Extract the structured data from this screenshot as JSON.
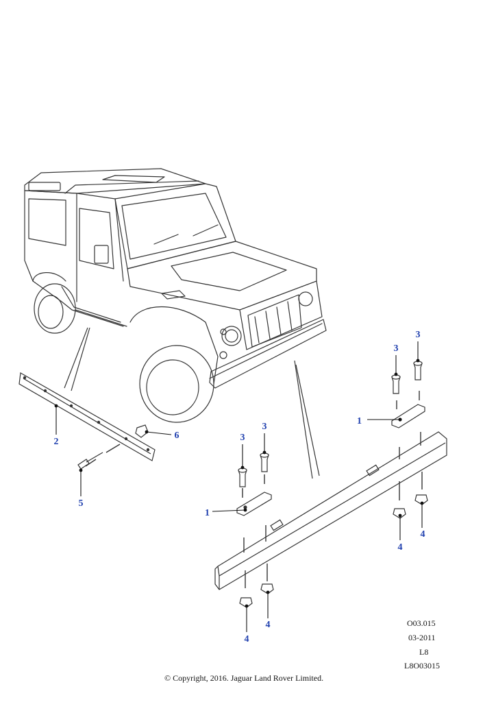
{
  "callouts": [
    {
      "id": "c1a",
      "label": "1"
    },
    {
      "id": "c1b",
      "label": "1"
    },
    {
      "id": "c2",
      "label": "2"
    },
    {
      "id": "c3a",
      "label": "3"
    },
    {
      "id": "c3b",
      "label": "3"
    },
    {
      "id": "c3c",
      "label": "3"
    },
    {
      "id": "c3d",
      "label": "3"
    },
    {
      "id": "c4a",
      "label": "4"
    },
    {
      "id": "c4b",
      "label": "4"
    },
    {
      "id": "c4c",
      "label": "4"
    },
    {
      "id": "c4d",
      "label": "4"
    },
    {
      "id": "c5",
      "label": "5"
    },
    {
      "id": "c6",
      "label": "6"
    }
  ],
  "info": {
    "ref_code": "O03.015",
    "date": "03-2011",
    "model": "L8",
    "drawing_id": "L8O03015",
    "copyright": "© Copyright, 2016. Jaguar Land Rover Limited."
  },
  "colors": {
    "line": "#333333",
    "callout": "#1f3fae"
  }
}
